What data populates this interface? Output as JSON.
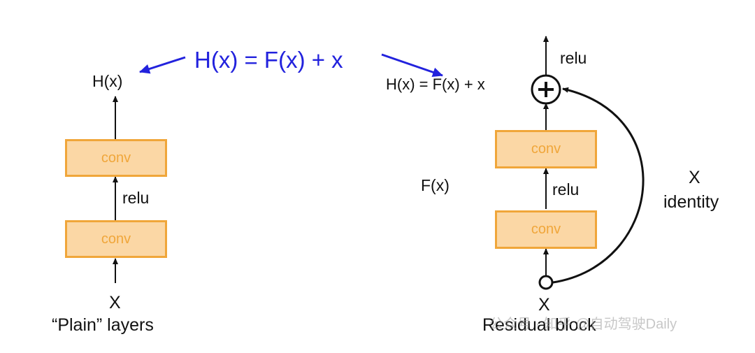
{
  "header": {
    "equation": "H(x) = F(x) + x"
  },
  "plain": {
    "output_label": "H(x)",
    "conv_top": "conv",
    "activation": "relu",
    "conv_bottom": "conv",
    "input_label": "X",
    "caption": "“Plain” layers"
  },
  "residual": {
    "output_equation": "H(x) = F(x) + x",
    "top_activation": "relu",
    "conv_top": "conv",
    "activation": "relu",
    "conv_bottom": "conv",
    "function_label": "F(x)",
    "skip_label_x": "X",
    "skip_label_identity": "identity",
    "input_label": "X",
    "caption": "Residual block"
  },
  "watermark": {
    "text": "公众号 · 知乎 @自动驾驶Daily"
  },
  "colors": {
    "blue": "#2222dd",
    "conv_fill": "#fbd7a5",
    "conv_border": "#f0a63a",
    "line": "#111111"
  }
}
